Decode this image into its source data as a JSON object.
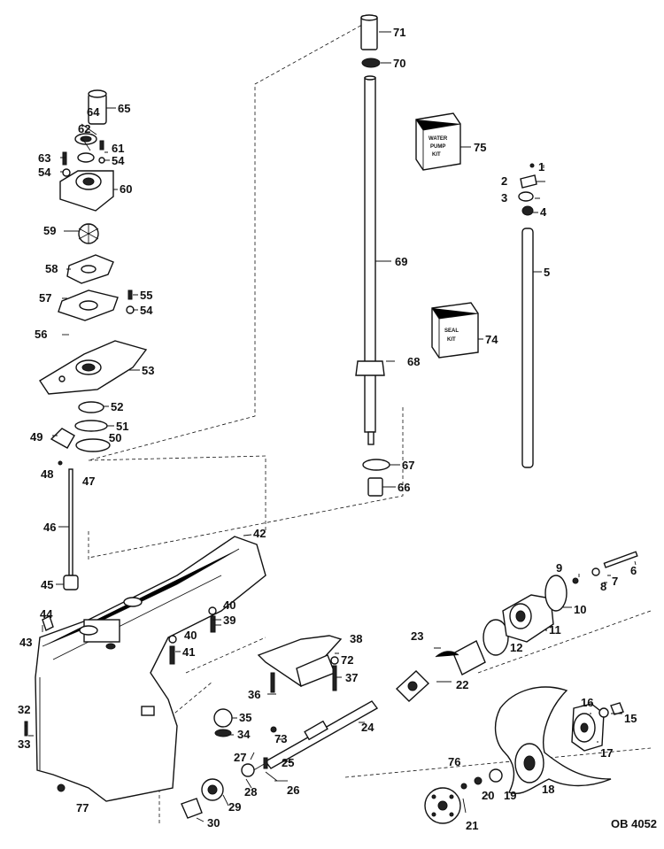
{
  "diagram": {
    "plate_id": "OB 4052",
    "callouts": [
      "1",
      "2",
      "3",
      "4",
      "5",
      "6",
      "7",
      "8",
      "9",
      "10",
      "11",
      "12",
      "15",
      "16",
      "17",
      "18",
      "19",
      "20",
      "21",
      "22",
      "23",
      "24",
      "25",
      "26",
      "27",
      "28",
      "29",
      "30",
      "32",
      "33",
      "34",
      "35",
      "36",
      "37",
      "38",
      "39",
      "40",
      "40",
      "41",
      "42",
      "43",
      "44",
      "45",
      "46",
      "47",
      "48",
      "49",
      "50",
      "51",
      "52",
      "53",
      "54",
      "54",
      "55",
      "56",
      "57",
      "58",
      "59",
      "60",
      "61",
      "62",
      "63",
      "64",
      "65",
      "66",
      "67",
      "68",
      "69",
      "70",
      "71",
      "72",
      "73",
      "74",
      "75",
      "76",
      "77"
    ],
    "kits": {
      "water_pump_kit": [
        "WATER",
        "PUMP",
        "KIT"
      ],
      "seal_kit": [
        "SEAL",
        "KIT"
      ]
    }
  }
}
